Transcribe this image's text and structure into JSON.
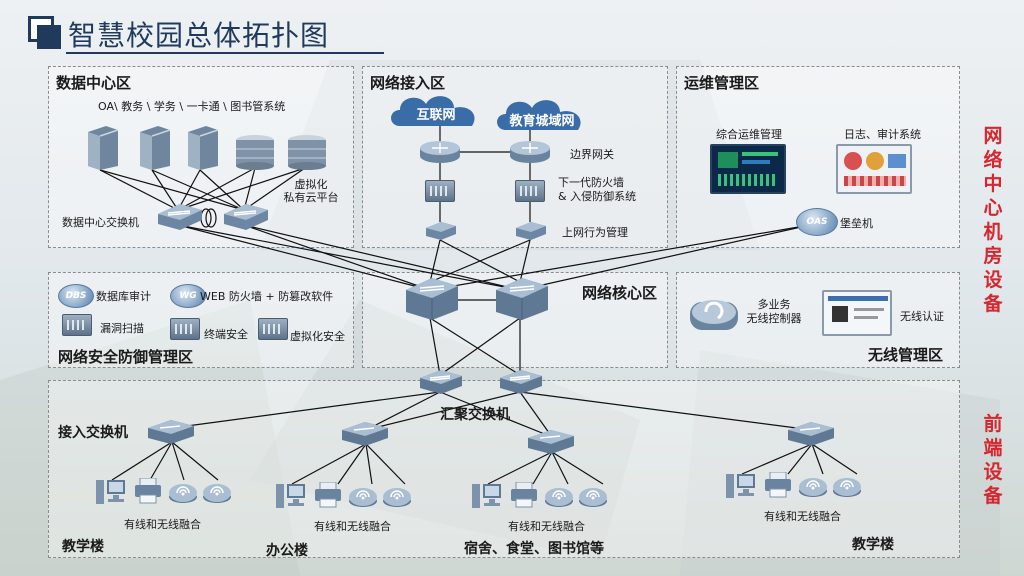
{
  "title": "智慧校园总体拓扑图",
  "side_labels": {
    "top": "网络中心机房设备",
    "bottom": "前端设备"
  },
  "zones": {
    "data_center": {
      "title": "数据中心区",
      "systems": "OA\\ 教务 \\ 学务 \\ 一卡通 \\ 图书管系统",
      "virtual": "虚拟化\n私有云平台",
      "switch": "数据中心交换机"
    },
    "access_net": {
      "title": "网络接入区",
      "internet": "互联网",
      "edu_net": "教育城域网",
      "border_gw": "边界网关",
      "firewall": "下一代防火墙\n& 入侵防御系统",
      "behavior": "上网行为管理"
    },
    "ops": {
      "title": "运维管理区",
      "integrated": "综合运维管理",
      "log_audit": "日志、审计系统",
      "bastion": "堡垒机",
      "oas_badge": "OAS"
    },
    "security": {
      "title": "网络安全防御管理区",
      "db_audit": "数据库审计",
      "waf": "WEB 防火墙 + 防篡改软件",
      "vuln_scan": "漏洞扫描",
      "endpoint": "终端安全",
      "virt_sec": "虚拟化安全",
      "dbs_badge": "DBS",
      "wg_badge": "WG"
    },
    "core": {
      "title": "网络核心区"
    },
    "wireless": {
      "title": "无线管理区",
      "controller": "多业务\n无线控制器",
      "auth": "无线认证"
    },
    "front": {
      "aggregation": "汇聚交换机",
      "access_switch": "接入交换机",
      "fusion_label": "有线和无线融合",
      "buildings": [
        "教学楼",
        "办公楼",
        "宿舍、食堂、图书馆等",
        "教学楼"
      ]
    }
  },
  "colors": {
    "accent_red": "#d8262e",
    "title_blue": "#1f3a5c",
    "device_blue": "#5d7a9c"
  }
}
